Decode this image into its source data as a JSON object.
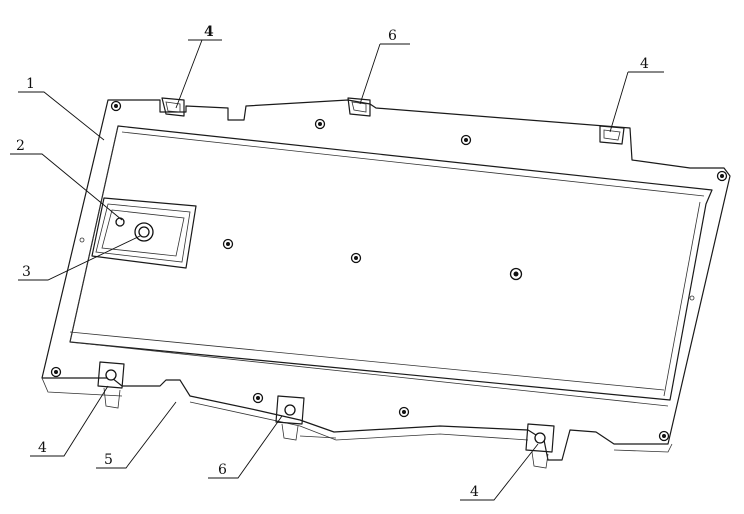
{
  "callouts": [
    {
      "id": "c1",
      "label": "1"
    },
    {
      "id": "c2",
      "label": "2"
    },
    {
      "id": "c3",
      "label": "3"
    },
    {
      "id": "c4a",
      "label": "4"
    },
    {
      "id": "c6a",
      "label": "6"
    },
    {
      "id": "c4b",
      "label": "4"
    },
    {
      "id": "c4c",
      "label": "4"
    },
    {
      "id": "c5",
      "label": "5"
    },
    {
      "id": "c6b",
      "label": "6"
    },
    {
      "id": "c4d",
      "label": "4"
    }
  ]
}
